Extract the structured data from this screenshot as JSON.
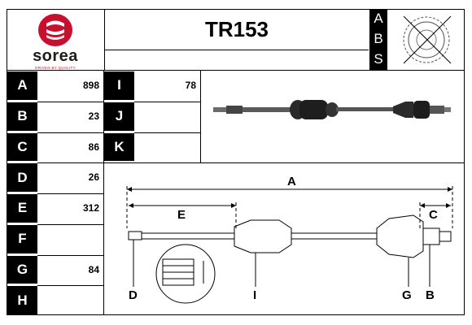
{
  "brand": {
    "name": "sorea",
    "tagline": "DRIVEN BY QUALITY",
    "accent_color": "#c8102e",
    "icon": "sorea-logo-icon"
  },
  "part_number": "TR153",
  "abs": {
    "letters": [
      "A",
      "B",
      "S"
    ],
    "icon": "abs-ring-crossed-icon"
  },
  "specs_left": [
    {
      "letter": "A",
      "value": "898"
    },
    {
      "letter": "B",
      "value": "23"
    },
    {
      "letter": "C",
      "value": "86"
    },
    {
      "letter": "D",
      "value": "26"
    },
    {
      "letter": "E",
      "value": "312"
    },
    {
      "letter": "F",
      "value": ""
    },
    {
      "letter": "G",
      "value": "84"
    },
    {
      "letter": "H",
      "value": ""
    }
  ],
  "specs_right": [
    {
      "letter": "I",
      "value": "78"
    },
    {
      "letter": "J",
      "value": ""
    },
    {
      "letter": "K",
      "value": ""
    }
  ],
  "diagram": {
    "labels": {
      "A": "A",
      "E": "E",
      "C": "C",
      "D": "D",
      "I": "I",
      "G": "G",
      "B": "B"
    }
  }
}
